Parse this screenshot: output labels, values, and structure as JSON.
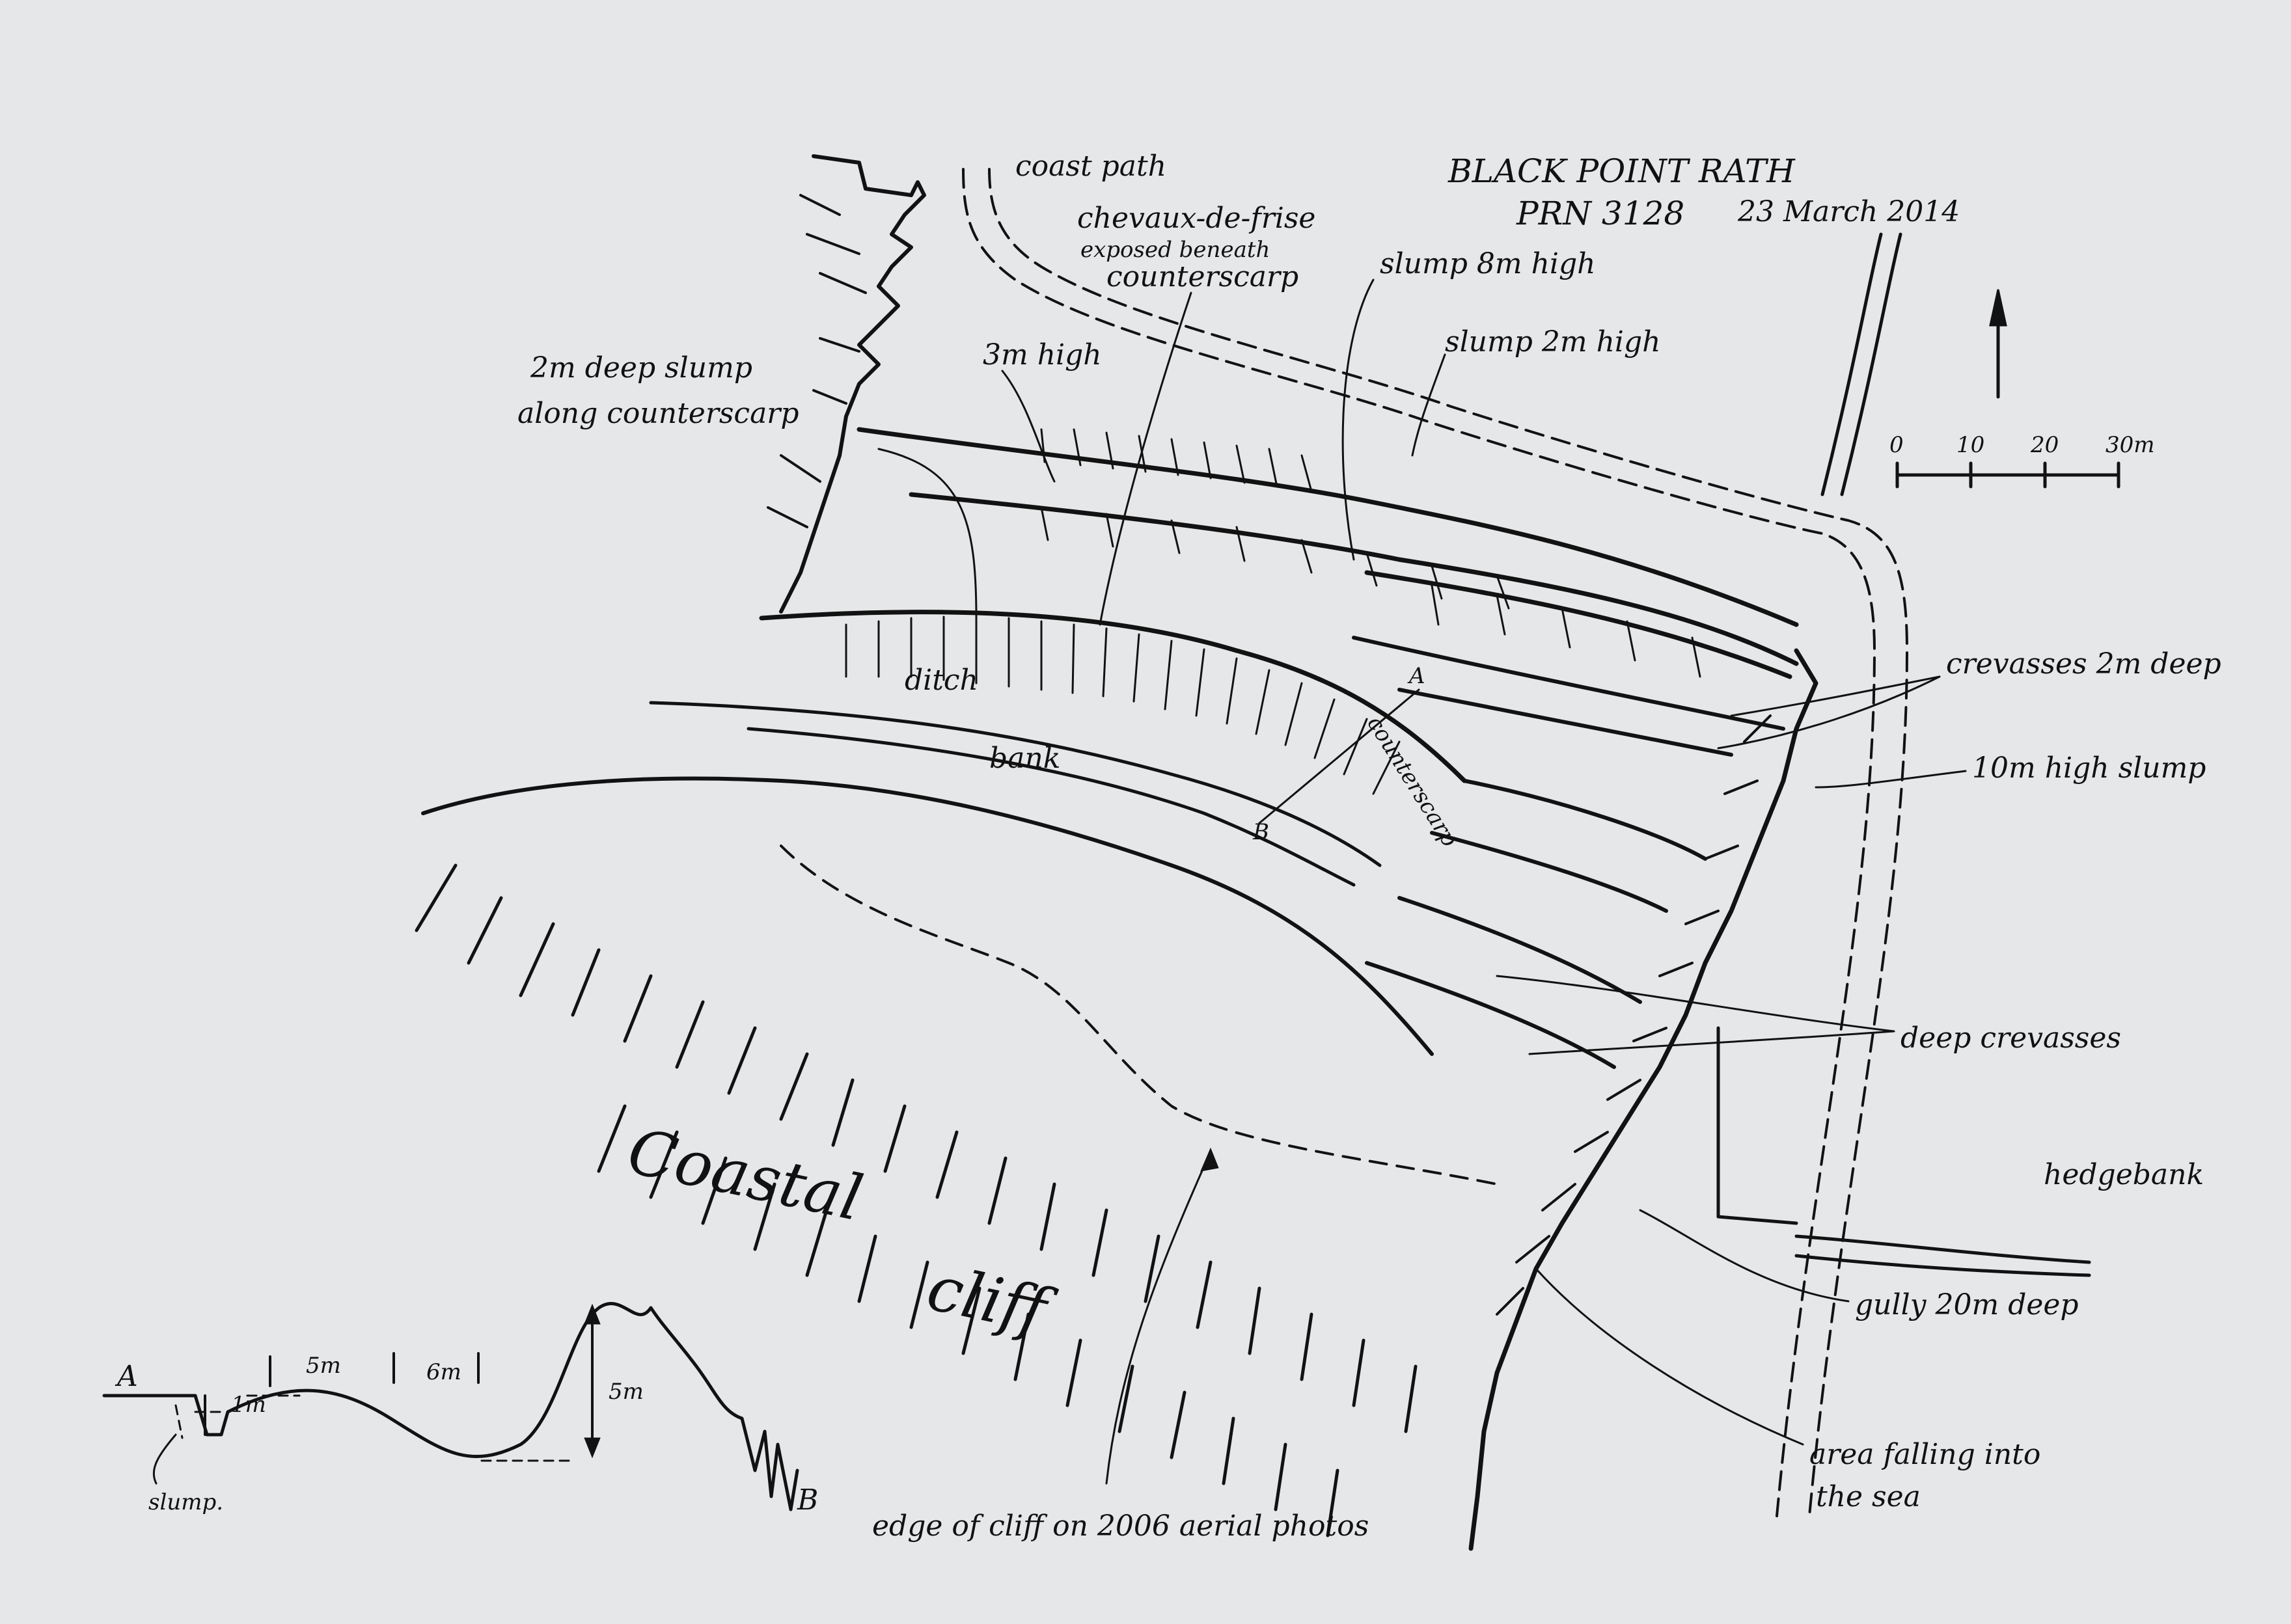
{
  "title": {
    "site": "BLACK POINT RATH",
    "prn": "PRN 3128",
    "date": "23 March 2014"
  },
  "labels": {
    "coast_path": "coast path",
    "chevaux_1": "chevaux-de-frise",
    "chevaux_2": "exposed beneath",
    "chevaux_3": "counterscarp",
    "slump_8m": "slump 8m high",
    "slump_2m": "slump 2m high",
    "deep_slump_1": "2m deep slump",
    "deep_slump_2": "along counterscarp",
    "high_3m": "3m high",
    "crevasses_2m": "crevasses 2m deep",
    "slump_10m": "10m high slump",
    "deep_crevasses": "deep crevasses",
    "hedgebank": "hedgebank",
    "gully": "gully 20m deep",
    "falling_1": "area falling into",
    "falling_2": "the sea",
    "edge_of_cliff": "edge of cliff on 2006 aerial photos",
    "coastal": "Coastal",
    "cliff": "cliff",
    "ditch": "ditch",
    "bank": "bank",
    "counterscarp": "counterscarp",
    "section_a": "A",
    "section_b": "B"
  },
  "scale_bar": {
    "ticks": [
      "0",
      "10",
      "20",
      "30m"
    ]
  },
  "profile": {
    "label_a": "A",
    "label_b": "B",
    "slump": "slump.",
    "d1": "1m",
    "d2": "5m",
    "d3": "6m",
    "d4": "5m"
  }
}
